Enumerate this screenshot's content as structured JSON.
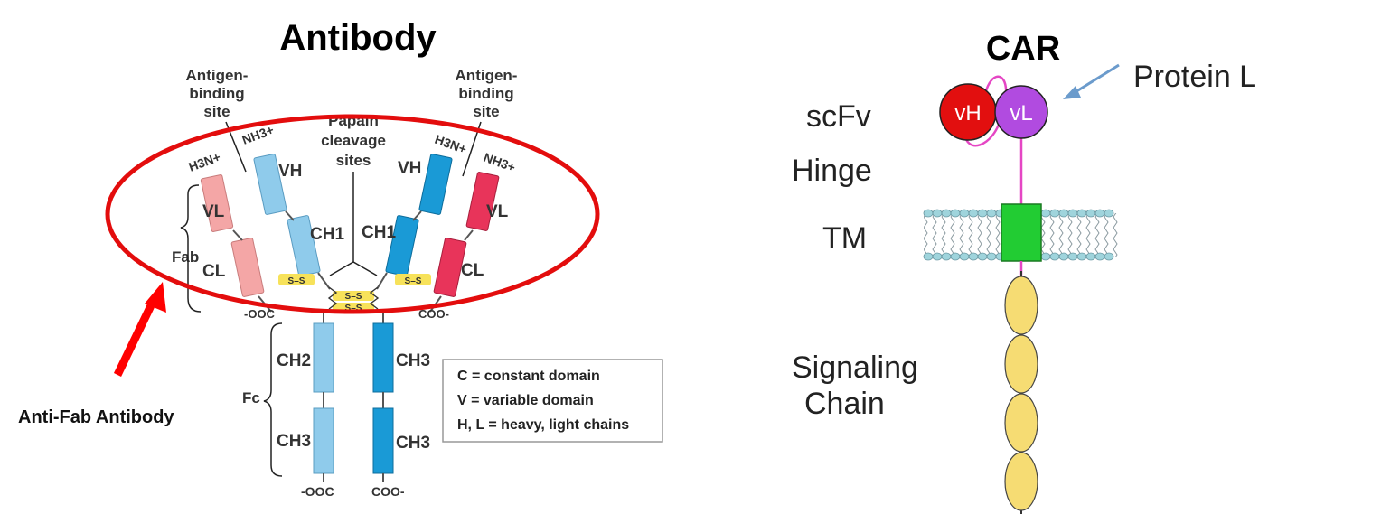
{
  "antibody": {
    "title": "Antibody",
    "antigen_binding_left": [
      "Antigen-",
      "binding",
      "site"
    ],
    "antigen_binding_right": [
      "Antigen-",
      "binding",
      "site"
    ],
    "papain": [
      "Papain",
      "cleavage",
      "sites"
    ],
    "nh3_left": "NH3+",
    "h3n_left": "H3N+",
    "h3n_right": "H3N+",
    "nh3_right": "NH3+",
    "vh_left": "VH",
    "vl_left": "VL",
    "ch1_left": "CH1",
    "cl_left": "CL",
    "fab": "Fab",
    "vh_right": "VH",
    "vl_right": "VL",
    "ch1_right": "CH1",
    "cl_right": "CL",
    "disulfide": "S–S",
    "coo_left": "-OOC",
    "coo_right": "COO-",
    "ch2_left": "CH2",
    "ch3_left_upper": "CH3",
    "ch3_left_lower": "CH3",
    "ch3_right_lower": "CH3",
    "fc": "Fc",
    "ooc_bottom": "-OOC",
    "coo_bottom": "COO-",
    "legend": [
      "C = constant domain",
      "V = variable domain",
      "H, L = heavy, light chains"
    ],
    "anti_fab": "Anti-Fab Antibody"
  },
  "car": {
    "title": "CAR",
    "protein_l": "Protein L",
    "scfv": "scFv",
    "hinge": "Hinge",
    "tm": "TM",
    "signaling_1": "Signaling",
    "signaling_2": "Chain",
    "vh": "vH",
    "vl": "vL"
  },
  "colors": {
    "light_chain_pink": "#f4a6a6",
    "heavy_chain_light_blue": "#8fcbeb",
    "heavy_chain_blue": "#1a9ad6",
    "light_chain_red": "#e8345a",
    "highlight_ellipse": "#e30d0d",
    "vh_red": "#e20f0f",
    "vl_purple": "#b14be0",
    "tm_green": "#22cc33",
    "signaling_yellow": "#f6dc73",
    "linker_magenta": "#e546c4",
    "arrow_blue": "#6b9bcc",
    "membrane_teal": "#9fd4dc"
  }
}
